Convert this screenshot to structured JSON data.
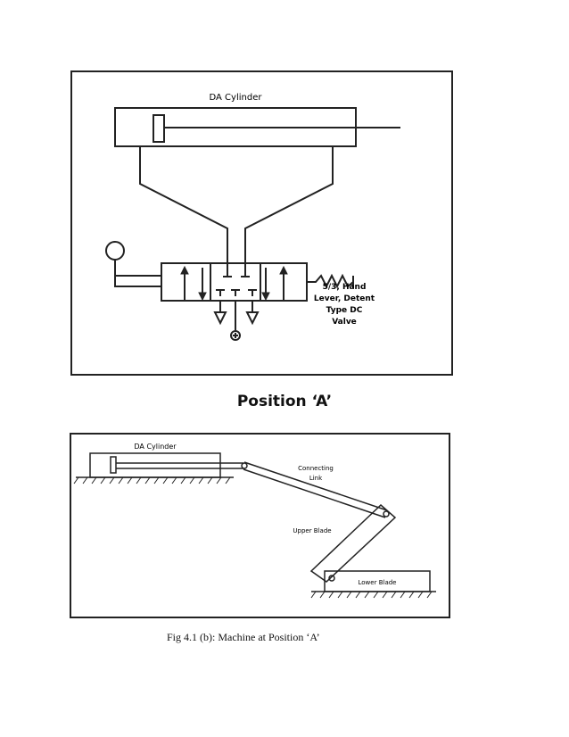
{
  "circuit": {
    "cylinder_label": "DA Cylinder",
    "valve_label_lines": [
      "5/3, Hand",
      "Lever, Detent",
      "Type DC",
      "Valve"
    ]
  },
  "position_title": "Position ‘A’",
  "machine": {
    "cylinder_label": "DA Cylinder",
    "link_label_lines": [
      "Connecting",
      "Link"
    ],
    "upper_blade_label": "Upper Blade",
    "lower_blade_label": "Lower Blade"
  },
  "figure_caption": "Fig 4.1 (b): Machine at Position ‘A’",
  "icons": {
    "pressure_source": "pressure-gauge-icon",
    "exhaust": "exhaust-triangle-icon",
    "detent": "detent-spring-icon"
  }
}
